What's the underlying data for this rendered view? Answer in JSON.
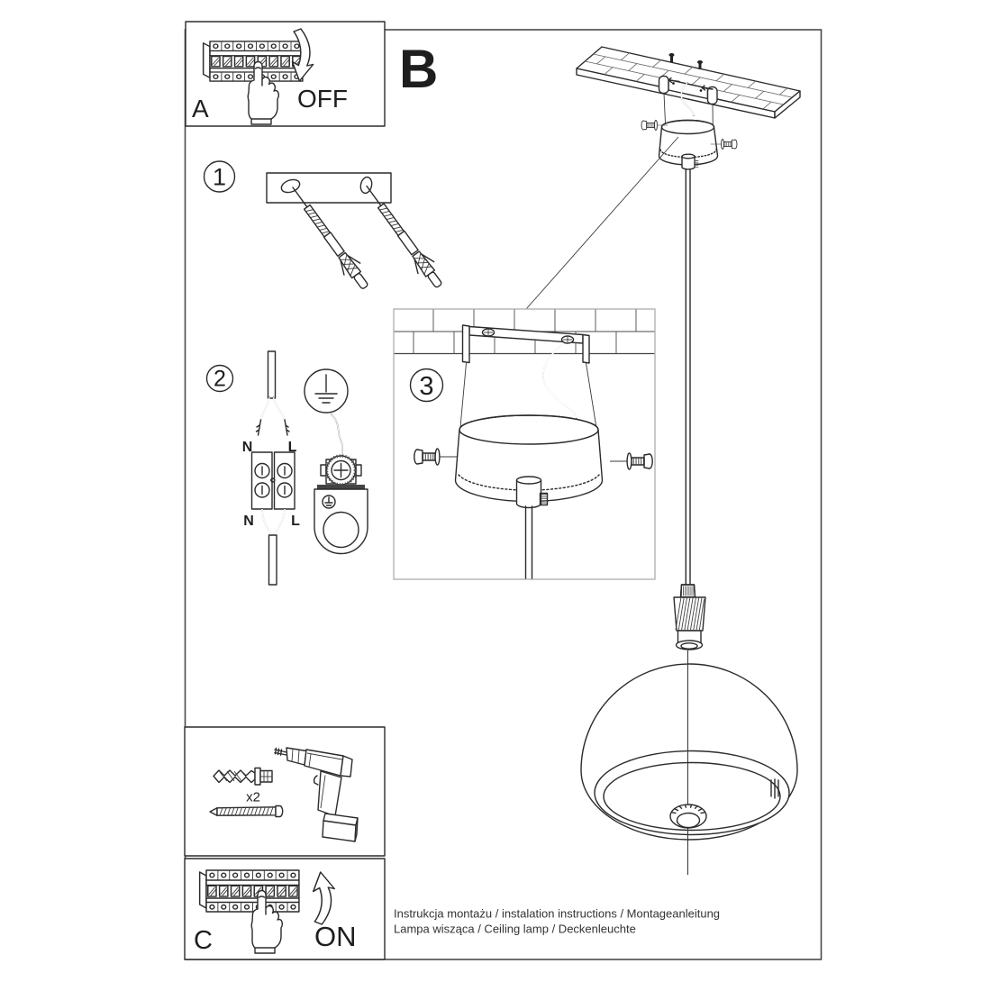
{
  "labels": {
    "panel_a": "A",
    "panel_a_action": "OFF",
    "section_b": "B",
    "step1": "1",
    "step2": "2",
    "step3": "3",
    "hardware_count": "x2",
    "panel_c": "C",
    "panel_c_action": "ON"
  },
  "wiring": {
    "n_top": "N",
    "l_top": "L",
    "n_bottom": "N",
    "l_bottom": "L"
  },
  "footer": {
    "line1": "Instrukcja montażu / instalation instructions / Montageanleitung",
    "line2": "Lampa wisząca / Ceiling lamp  / Deckenleuchte"
  },
  "colors": {
    "background": "#ffffff",
    "line": "#2b2b2b",
    "frame": "#4a4a4a",
    "panel3_border": "#b3b3b3"
  },
  "icons": [
    "circuit-breaker-icon",
    "pointing-hand-icon",
    "arrow-down-icon",
    "arrow-up-icon",
    "mounting-bracket-icon",
    "screw-anchor-icon",
    "mains-cable-icon",
    "terminal-block-icon",
    "earth-symbol-icon",
    "earth-clamp-icon",
    "ceiling-slab-icon",
    "canopy-icon",
    "side-screw-icon",
    "cord-grip-icon",
    "pendant-cord-icon",
    "lamp-socket-icon",
    "dome-shade-icon",
    "wall-plug-icon",
    "wood-screw-icon",
    "drill-icon"
  ]
}
